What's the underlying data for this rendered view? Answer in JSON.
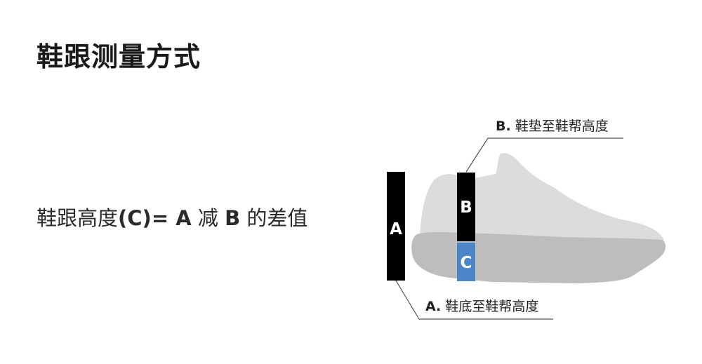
{
  "title": "鞋跟测量方式",
  "formula": {
    "prefix": "鞋跟高度",
    "c_term": "(C)",
    "equals": "= ",
    "a_term": "A",
    "minus_word": " 减 ",
    "b_term": "B",
    "suffix": " 的差值"
  },
  "measurements": {
    "a": {
      "letter": "A",
      "key": "A.",
      "desc": " 鞋底至鞋帮高度"
    },
    "b": {
      "letter": "B",
      "key": "B.",
      "desc": " 鞋垫至鞋帮高度"
    },
    "c": {
      "letter": "C"
    }
  },
  "colors": {
    "bar_dark": "#000000",
    "bar_c": "#4a86c8",
    "shoe_upper": "#dcdcdc",
    "shoe_sole": "#bdbdbd",
    "leader_line": "#555555"
  },
  "icons": {
    "shoe": "sneaker-silhouette-icon"
  }
}
